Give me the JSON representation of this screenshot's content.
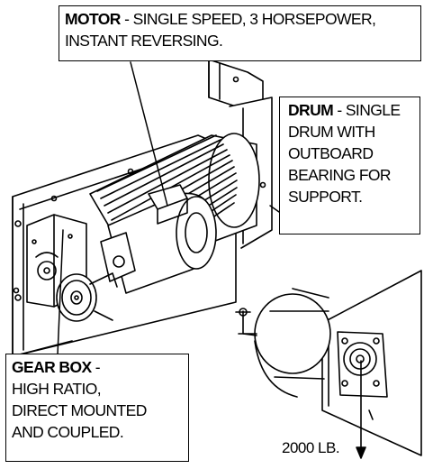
{
  "callouts": {
    "motor": {
      "heading": "MOTOR",
      "sep": " - ",
      "line1": "SINGLE SPEED, 3 HORSEPOWER,",
      "line2": "INSTANT REVERSING."
    },
    "drum": {
      "heading": "DRUM",
      "sep": " - ",
      "line1": "SINGLE",
      "line2": "DRUM WITH",
      "line3": "OUTBOARD",
      "line4": "BEARING FOR",
      "line5": "SUPPORT."
    },
    "gearbox": {
      "heading": "GEAR BOX",
      "sep": " -",
      "line1": "HIGH RATIO,",
      "line2": "DIRECT MOUNTED",
      "line3": "AND COUPLED."
    }
  },
  "load": {
    "label": "2000 LB."
  }
}
